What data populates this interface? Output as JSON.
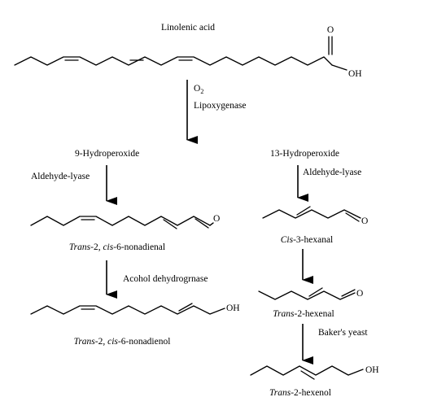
{
  "compounds": {
    "linolenic_acid": {
      "name": "Linolenic acid",
      "atom_o": "O",
      "atom_oh": "OH"
    },
    "hydroperoxide_9": {
      "name": "9-Hydroperoxide"
    },
    "hydroperoxide_13": {
      "name": "13-Hydroperoxide"
    },
    "nonadienal": {
      "name_it1": "Trans",
      "name_p1": "-2, ",
      "name_it2": "cis",
      "name_p2": "-6-nonadienal",
      "atom_o": "O"
    },
    "nonadienol": {
      "name_it1": "Trans",
      "name_p1": "-2, ",
      "name_it2": "cis",
      "name_p2": "-6-nonadienol",
      "atom_oh": "OH"
    },
    "hexanal": {
      "name_it": "Cis",
      "name_p": "-3-hexanal",
      "atom_o": "O"
    },
    "hexenal": {
      "name_it": "Trans",
      "name_p": "-2-hexenal",
      "atom_o": "O"
    },
    "hexenol": {
      "name_it": "Trans",
      "name_p": "-2-hexenol",
      "atom_oh": "OH"
    }
  },
  "steps": {
    "lipoxygenase": {
      "cofactor_base": "O",
      "cofactor_sub": "2",
      "enzyme": "Lipoxygenase"
    },
    "lyase_left": {
      "enzyme": "Aldehyde-lyase"
    },
    "lyase_right": {
      "enzyme": "Aldehyde-lyase"
    },
    "dehydrogenase": {
      "enzyme": "Acohol dehydrogrnase"
    },
    "yeast": {
      "enzyme": "Baker's yeast"
    }
  }
}
